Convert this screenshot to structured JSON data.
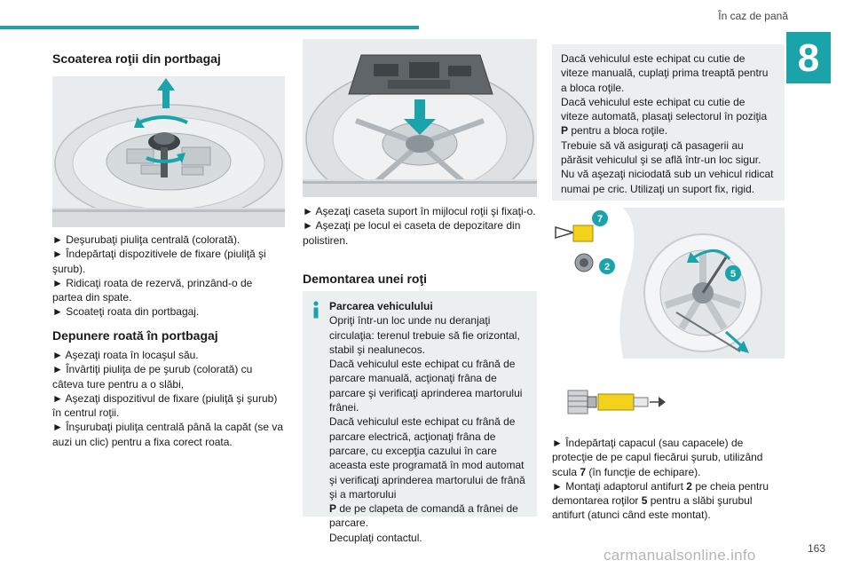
{
  "header": {
    "section_title": "În caz de pană",
    "chapter_number": "8",
    "accent_color": "#1aa3a8"
  },
  "col1": {
    "heading1": "Scoaterea roţii din portbagaj",
    "steps1": [
      "► Deşurubaţi piuliţa centrală (colorată).",
      "► Îndepărtaţi dispozitivele de fixare (piuliţă şi şurub).",
      "► Ridicaţi roata de rezervă, prinzând-o de partea din spate.",
      "► Scoateţi roata din portbagaj."
    ],
    "heading2": "Depunere roată în portbagaj",
    "steps2": [
      "► Aşezaţi roata în locaşul său.",
      "► Învârtiţi piuliţa de pe şurub (colorată) cu câteva ture pentru a o slăbi,",
      "► Aşezaţi dispozitivul de fixare (piuliţă şi şurub) în centrul roţii.",
      "► Înşurubaţi piuliţa centrală până la capăt (se va auzi un clic) pentru a fixa corect roata."
    ]
  },
  "col2": {
    "steps": [
      "► Aşezaţi caseta suport în mijlocul roţii şi fixaţi-o.",
      "► Aşezaţi pe locul ei caseta de depozitare din polistiren."
    ],
    "heading": "Demontarea unei roţi",
    "note": {
      "title": "Parcarea vehiculului",
      "text1": "Opriţi într-un loc unde nu deranjaţi circulaţia: terenul trebuie să fie orizontal, stabil şi nealunecos.",
      "text2": "Dacă vehiculul este echipat cu frână de parcare manuală, acţionaţi frâna de parcare şi verificaţi aprinderea martorului frânei.",
      "text3": "Dacă vehiculul este echipat cu frână de parcare electrică, acţionaţi frâna de parcare, cu excepţia cazului în care aceasta este programată în mod automat şi verificaţi aprinderea martorului de frână şi a martorului",
      "text3_bold": "P",
      "text3_end": " de pe clapeta de comandă a frânei de parcare.",
      "text4": "Decuplaţi contactul."
    }
  },
  "col3": {
    "note": {
      "text1": "Dacă vehiculul este echipat cu cutie de viteze manuală, cuplaţi prima treaptă pentru a bloca roţile.",
      "text2": "Dacă vehiculul este echipat cu cutie de viteze automată, plasaţi selectorul în poziţia ",
      "text2_bold": "P",
      "text2_end": " pentru a bloca roţile.",
      "text3": "Trebuie să vă asiguraţi că pasagerii au părăsit vehiculul şi se află într-un loc sigur.",
      "text4": "Nu vă aşezaţi niciodată sub un vehicul ridicat numai pe cric. Utilizaţi un suport fix, rigid."
    },
    "callouts": [
      "7",
      "2",
      "5"
    ],
    "step1_a": "► Îndepărtaţi capacul (sau capacele) de protecţie de pe capul fiecărui şurub, utilizând scula ",
    "step1_b": "7",
    "step1_c": " (în funcţie de echipare).",
    "step2_a": "► Montaţi adaptorul antifurt ",
    "step2_b": "2",
    "step2_c": " pe cheia pentru demontarea roţilor ",
    "step2_d": "5",
    "step2_e": " pentru a slăbi şurubul antifurt (atunci când este montat)."
  },
  "footer": {
    "page_number": "163",
    "watermark": "carmanualsonline.info"
  }
}
